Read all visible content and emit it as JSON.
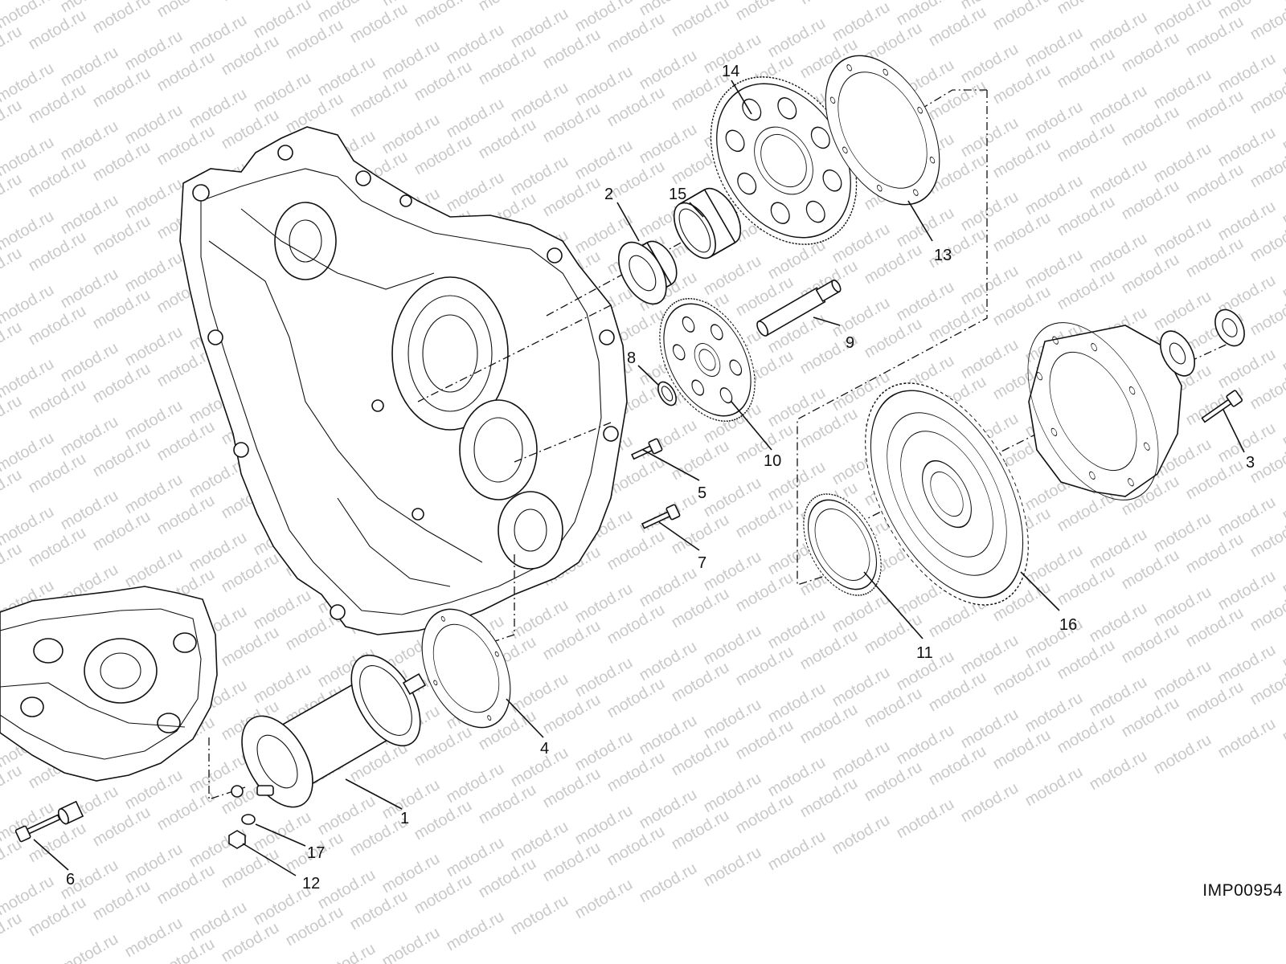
{
  "watermark": "motod.ru",
  "diagram_code": "IMP00954",
  "callouts": [
    "1",
    "2",
    "3",
    "4",
    "5",
    "6",
    "7",
    "8",
    "9",
    "10",
    "11",
    "12",
    "13",
    "14",
    "15",
    "16",
    "17"
  ]
}
